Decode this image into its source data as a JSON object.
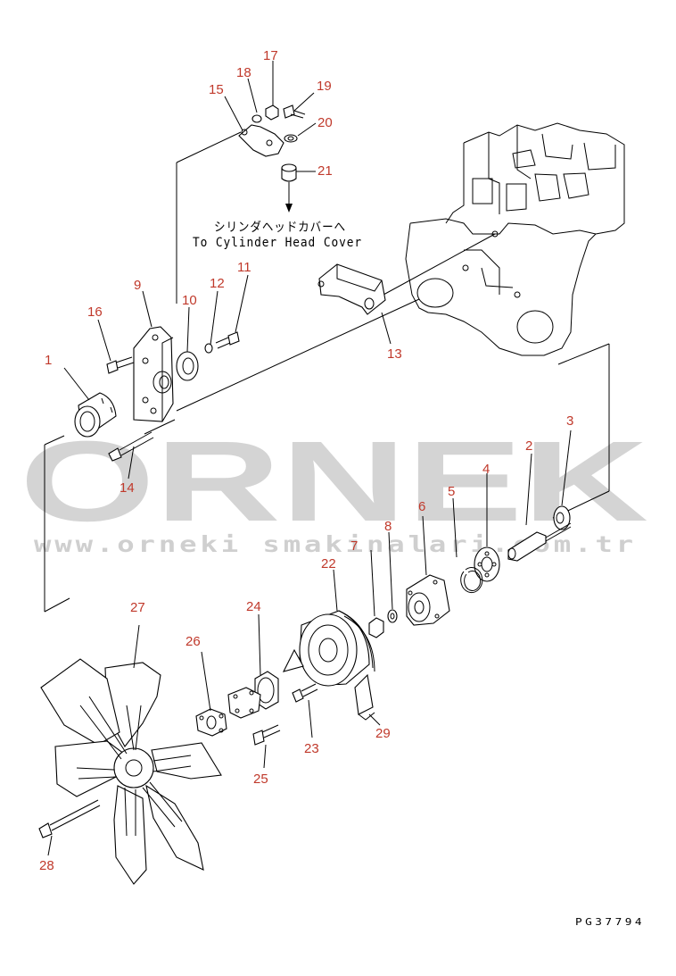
{
  "watermark": {
    "brand": "ORNEK",
    "url": "www.orneki smakinalari.com.tr"
  },
  "notes": {
    "jp": "シリンダヘッドカバーへ",
    "en": "To Cylinder Head Cover"
  },
  "figure_code": "PG37794",
  "callouts": [
    "1",
    "2",
    "3",
    "4",
    "5",
    "6",
    "7",
    "8",
    "9",
    "10",
    "11",
    "12",
    "13",
    "14",
    "15",
    "16",
    "17",
    "18",
    "19",
    "20",
    "21",
    "22",
    "23",
    "24",
    "25",
    "26",
    "27",
    "28",
    "29"
  ],
  "colors": {
    "callout": "#c0392b",
    "watermark": "#d4d4d4",
    "line": "#000000"
  }
}
